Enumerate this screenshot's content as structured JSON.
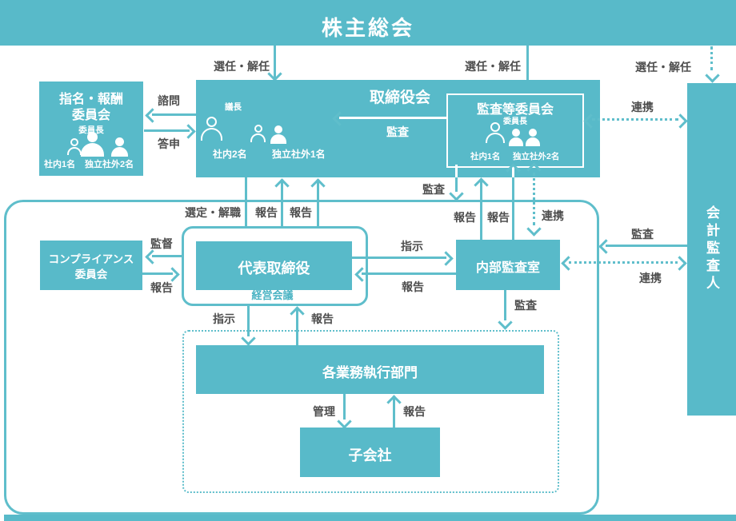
{
  "colors": {
    "teal": "#58bac9",
    "line": "#5fbecb",
    "text": "#4e4e4e",
    "white": "#ffffff"
  },
  "banner": {
    "title": "株主総会"
  },
  "nomination_committee": {
    "title_line1": "指名・報酬",
    "title_line2": "委員会",
    "chair": "委員長",
    "members_inside": "社内1名",
    "members_outside": "独立社外2名"
  },
  "board": {
    "title": "取締役会",
    "chair": "議長",
    "members_inside": "社内2名",
    "members_outside": "独立社外1名"
  },
  "audit_committee": {
    "title": "監査等委員会",
    "chair": "委員長",
    "members_inside": "社内1名",
    "members_outside": "独立社外2名"
  },
  "accounting_auditor": {
    "title": "会計監査人"
  },
  "compliance_committee": {
    "title_line1": "コンプライアンス",
    "title_line2": "委員会"
  },
  "management_meeting": {
    "label": "経営会議"
  },
  "representative_director": {
    "title": "代表取締役"
  },
  "internal_audit_office": {
    "title": "内部監査室"
  },
  "execution_departments": {
    "title": "各業務執行部門"
  },
  "subsidiaries": {
    "title": "子会社"
  },
  "conn": {
    "appointment": "選任・解任",
    "advisory": "諮問",
    "report_back": "答申",
    "audit": "監査",
    "cooperation": "連携",
    "selection_dismissal": "選定・解職",
    "report": "報告",
    "instruction": "指示",
    "supervision": "監督",
    "management": "管理"
  },
  "edges": [
    {
      "from": "banner",
      "to": "board",
      "label": "選任・解任",
      "style": "solid"
    },
    {
      "from": "banner",
      "to": "audit_committee",
      "label": "選任・解任",
      "style": "solid"
    },
    {
      "from": "banner",
      "to": "accounting_auditor",
      "label": "選任・解任",
      "style": "dotted"
    },
    {
      "from": "board",
      "to": "nomination_committee",
      "label": "諮問",
      "style": "solid"
    },
    {
      "from": "nomination_committee",
      "to": "board",
      "label": "答申",
      "style": "solid"
    },
    {
      "from": "audit_committee",
      "to": "board",
      "label": "監査",
      "style": "solid"
    },
    {
      "from": "audit_committee",
      "to": "accounting_auditor",
      "label": "連携",
      "style": "dotted-double"
    },
    {
      "from": "audit_committee",
      "to": "execution-frame",
      "label": "監査",
      "style": "solid"
    },
    {
      "from": "board",
      "to": "representative_director",
      "label": "選定・解職",
      "style": "solid"
    },
    {
      "from": "representative_director",
      "to": "board",
      "label": "報告",
      "style": "solid"
    },
    {
      "from": "management_meeting",
      "to": "board",
      "label": "報告",
      "style": "solid"
    },
    {
      "from": "internal_audit_office",
      "to": "board",
      "label": "報告",
      "style": "solid"
    },
    {
      "from": "internal_audit_office",
      "to": "audit_committee",
      "label": "報告",
      "style": "solid"
    },
    {
      "from": "audit_committee",
      "to": "internal_audit_office",
      "label": "連携",
      "style": "dotted-double"
    },
    {
      "from": "representative_director",
      "to": "compliance_committee",
      "label": "監督",
      "style": "solid"
    },
    {
      "from": "compliance_committee",
      "to": "representative_director",
      "label": "報告",
      "style": "solid"
    },
    {
      "from": "representative_director",
      "to": "internal_audit_office",
      "label": "指示",
      "style": "solid"
    },
    {
      "from": "internal_audit_office",
      "to": "representative_director",
      "label": "報告",
      "style": "solid"
    },
    {
      "from": "accounting_auditor",
      "to": "execution-frame",
      "label": "監査",
      "style": "solid"
    },
    {
      "from": "internal_audit_office",
      "to": "accounting_auditor",
      "label": "連携",
      "style": "dotted-double"
    },
    {
      "from": "internal_audit_office",
      "to": "departments-frame",
      "label": "監査",
      "style": "solid"
    },
    {
      "from": "management_meeting",
      "to": "execution_departments",
      "label": "指示",
      "style": "solid"
    },
    {
      "from": "execution_departments",
      "to": "management_meeting",
      "label": "報告",
      "style": "solid"
    },
    {
      "from": "execution_departments",
      "to": "subsidiaries",
      "label": "管理",
      "style": "solid"
    },
    {
      "from": "subsidiaries",
      "to": "execution_departments",
      "label": "報告",
      "style": "solid"
    }
  ]
}
